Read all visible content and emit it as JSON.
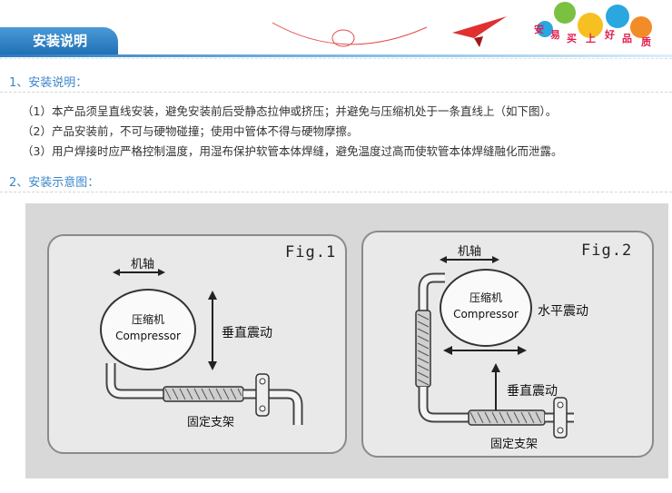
{
  "header": {
    "tab_label": "安装说明",
    "brand_chars": [
      "安",
      "易",
      "买",
      "上",
      "好",
      "品",
      "质"
    ]
  },
  "section1": {
    "title": "1、安装说明：",
    "items": [
      "（1）本产品须呈直线安装，避免安装前后受静态拉伸或挤压；并避免与压缩机处于一条直线上（如下图）。",
      "（2）产品安装前，不可与硬物碰撞；使用中管体不得与硬物摩擦。",
      "（3）用户焊接时应严格控制温度，用湿布保护软管本体焊缝，避免温度过高而使软管本体焊缝融化而泄露。"
    ]
  },
  "section2": {
    "title": "2、安装示意图："
  },
  "fig1": {
    "label": "Fig.1",
    "axis_label": "机轴",
    "comp_cn": "压缩机",
    "comp_en": "Compressor",
    "vertical_label": "垂直震动",
    "bracket_label": "固定支架"
  },
  "fig2": {
    "label": "Fig.2",
    "axis_label": "机轴",
    "comp_cn": "压缩机",
    "comp_en": "Compressor",
    "horizontal_label": "水平震动",
    "vertical_label": "垂直震动",
    "bracket_label": "固定支架"
  },
  "colors": {
    "accent": "#3b86c9",
    "tab": "#1f6fb4",
    "brand": "#e21d4f"
  }
}
